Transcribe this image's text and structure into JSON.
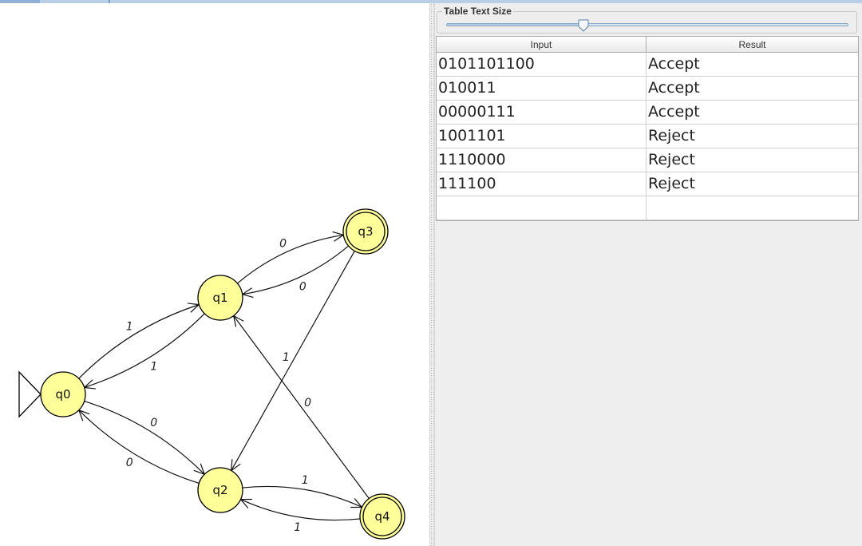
{
  "automaton": {
    "states": [
      {
        "id": "q0",
        "label": "q0",
        "initial": true,
        "final": false
      },
      {
        "id": "q1",
        "label": "q1",
        "initial": false,
        "final": false
      },
      {
        "id": "q2",
        "label": "q2",
        "initial": false,
        "final": false
      },
      {
        "id": "q3",
        "label": "q3",
        "initial": false,
        "final": true
      },
      {
        "id": "q4",
        "label": "q4",
        "initial": false,
        "final": true
      }
    ],
    "transitions": [
      {
        "from": "q0",
        "to": "q1",
        "symbol": "1"
      },
      {
        "from": "q1",
        "to": "q0",
        "symbol": "1"
      },
      {
        "from": "q0",
        "to": "q2",
        "symbol": "0"
      },
      {
        "from": "q2",
        "to": "q0",
        "symbol": "0"
      },
      {
        "from": "q1",
        "to": "q3",
        "symbol": "0"
      },
      {
        "from": "q3",
        "to": "q1",
        "symbol": "0"
      },
      {
        "from": "q3",
        "to": "q2",
        "symbol": "1"
      },
      {
        "from": "q4",
        "to": "q1",
        "symbol": "0"
      },
      {
        "from": "q2",
        "to": "q4",
        "symbol": "1"
      },
      {
        "from": "q4",
        "to": "q2",
        "symbol": "1"
      }
    ],
    "colors": {
      "state_fill": "#ffff99",
      "state_stroke": "#000000"
    }
  },
  "table_text_size": {
    "label": "Table Text Size",
    "slider_value": 0.34
  },
  "results_table": {
    "columns": [
      "Input",
      "Result"
    ],
    "rows": [
      {
        "input": "0101101100",
        "result": "Accept"
      },
      {
        "input": "010011",
        "result": "Accept"
      },
      {
        "input": "00000111",
        "result": "Accept"
      },
      {
        "input": "1001101",
        "result": "Reject"
      },
      {
        "input": "1110000",
        "result": "Reject"
      },
      {
        "input": "111100",
        "result": "Reject"
      },
      {
        "input": "",
        "result": ""
      }
    ]
  }
}
